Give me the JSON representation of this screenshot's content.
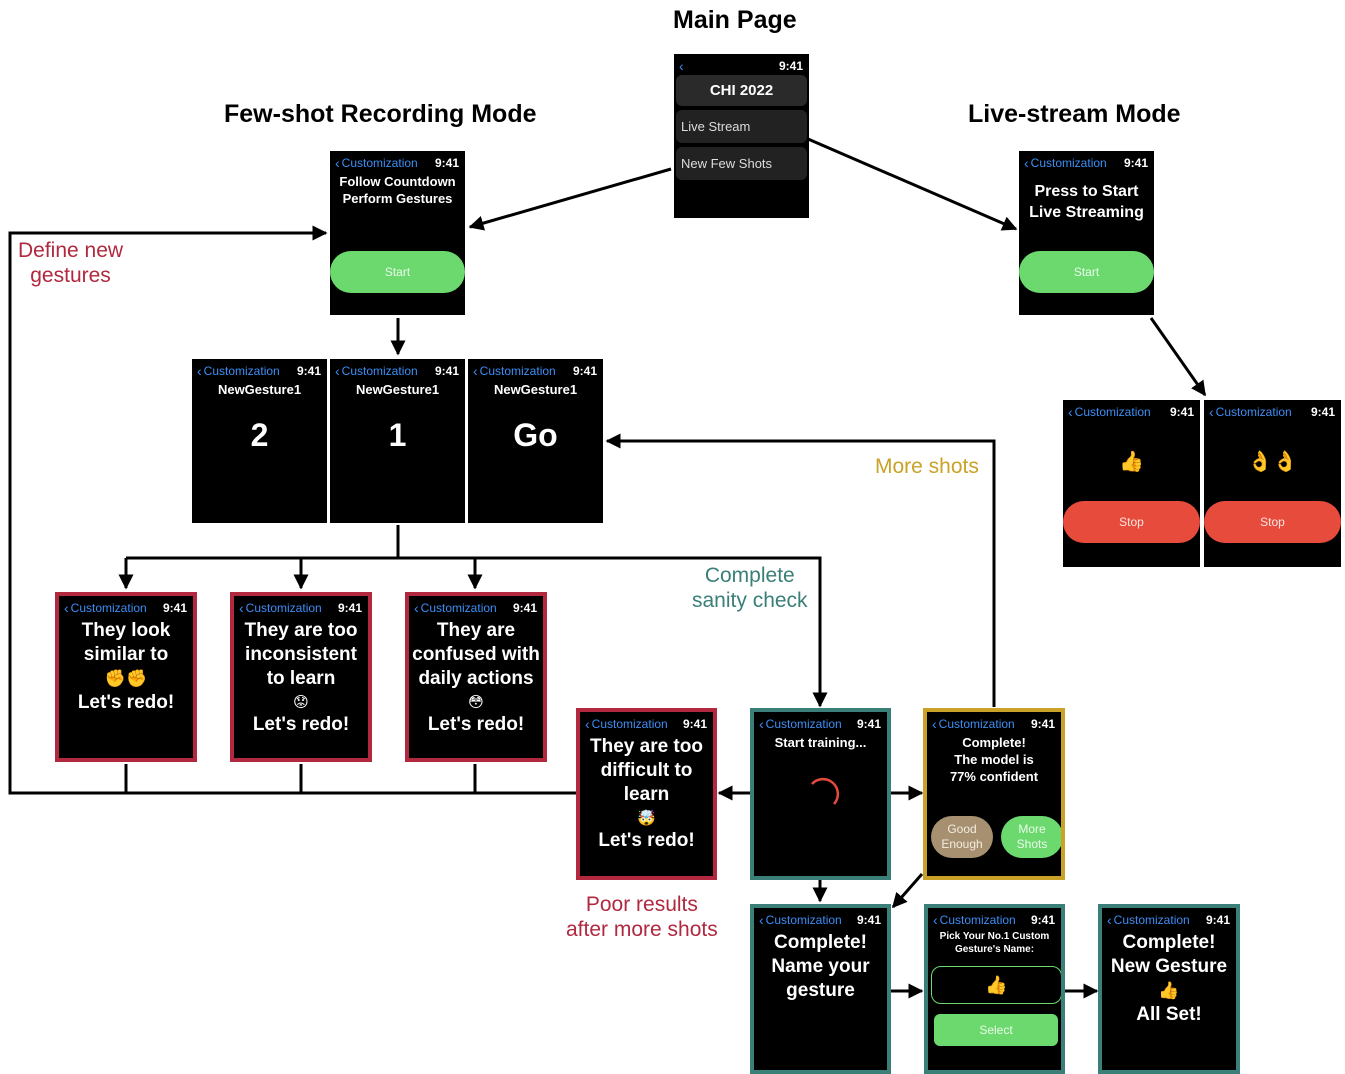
{
  "headings": {
    "main_page": "Main Page",
    "few_shot": "Few-shot Recording Mode",
    "live_stream": "Live-stream Mode"
  },
  "notes": {
    "define_new": "Define new\ngestures",
    "more_shots": "More shots",
    "sanity": "Complete\nsanity check",
    "poor": "Poor results\nafter more shots"
  },
  "colors": {
    "red": "#b1283f",
    "teal": "#3a7f78",
    "gold": "#c9a227",
    "green": "#6bd96e",
    "stop": "#e74b3c",
    "link": "#3d8ef5"
  },
  "common": {
    "back": "Customization",
    "time": "9:41"
  },
  "main": {
    "time": "9:41",
    "title": "CHI 2022",
    "items": [
      "Live Stream",
      "New Few Shots"
    ]
  },
  "rec_start": {
    "title": "Follow Countdown\nPerform Gestures",
    "button": "Start"
  },
  "live_start": {
    "title": "Press to Start\nLive Streaming",
    "button": "Start"
  },
  "countdown": [
    {
      "name": "NewGesture1",
      "value": "2"
    },
    {
      "name": "NewGesture1",
      "value": "1"
    },
    {
      "name": "NewGesture1",
      "value": "Go"
    }
  ],
  "live_stop": [
    {
      "emoji": "👍",
      "button": "Stop"
    },
    {
      "emoji": "👌👌",
      "button": "Stop"
    }
  ],
  "redo": [
    {
      "text": "They look\nsimilar to",
      "emoji": "✊✊",
      "tail": "Let's redo!"
    },
    {
      "text": "They are too\ninconsistent\nto learn",
      "emoji": "😟",
      "tail": "Let's redo!"
    },
    {
      "text": "They are\nconfused with\ndaily actions",
      "emoji": "😳",
      "tail": "Let's redo!"
    },
    {
      "text": "They are too\ndifficult to\nlearn",
      "emoji": "🤯",
      "tail": "Let's redo!"
    }
  ],
  "training": {
    "title": "Start training..."
  },
  "result": {
    "title": "Complete!\nThe model is\n77% confident",
    "good": "Good\nEnough",
    "more": "More\nShots"
  },
  "name_gesture": {
    "title": "Complete!\nName your\ngesture"
  },
  "pick": {
    "title": "Pick Your No.1 Custom\nGesture's Name:",
    "emoji": "👍",
    "button": "Select"
  },
  "done": {
    "title": "Complete!\nNew Gesture",
    "emoji": "👍",
    "tail": "All Set!"
  }
}
